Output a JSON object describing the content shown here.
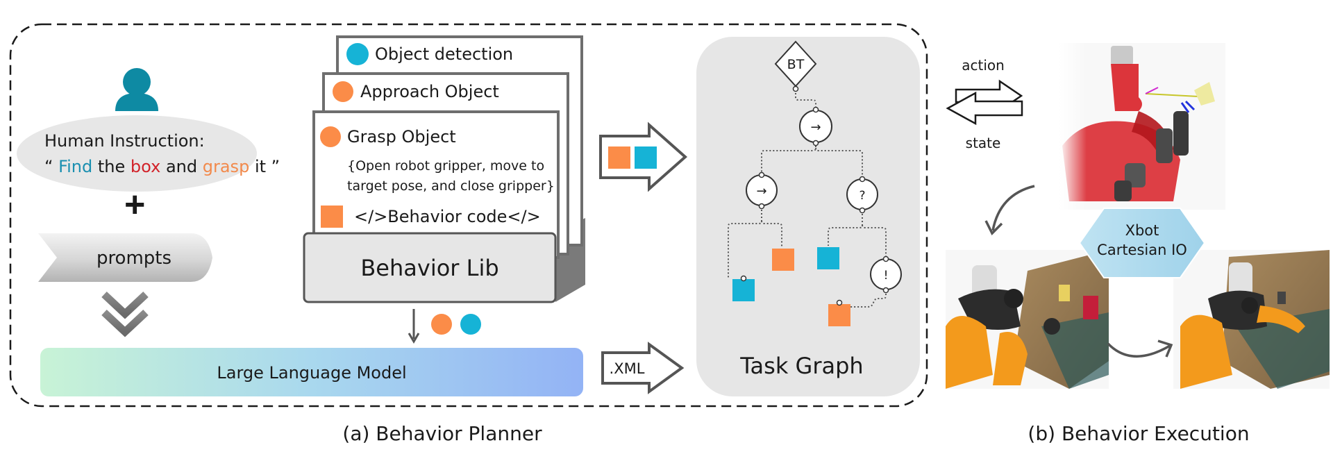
{
  "planner": {
    "caption": "(a) Behavior Planner",
    "instruction": {
      "title": "Human Instruction:",
      "open_quote": "“",
      "word_find": "Find",
      "word_the": "the",
      "word_box": "box",
      "word_and": "and",
      "word_grasp": "grasp",
      "word_it": "it",
      "close_quote": "”"
    },
    "plus": "+",
    "prompts_label": "prompts",
    "llm_label": "Large Language Model",
    "xml_label": ".XML",
    "library": {
      "cards": [
        {
          "title": "Object detection",
          "dot": "cyan"
        },
        {
          "title": "Approach Object",
          "dot": "orange"
        },
        {
          "title": "Grasp Object",
          "dot": "orange"
        }
      ],
      "grasp_desc_line1": "{Open robot gripper, move to",
      "grasp_desc_line2": "target pose, and close gripper}",
      "code_label": "</>Behavior code</>",
      "base_label": "Behavior Lib"
    },
    "task_graph": {
      "title": "Task Graph",
      "root_label": "BT",
      "sequence_symbol": "→",
      "fallback_symbol": "?",
      "condition_symbol": "!"
    }
  },
  "execution": {
    "caption": "(b) Behavior Execution",
    "action_label": "action",
    "state_label": "state",
    "controller_line1": "Xbot",
    "controller_line2": "Cartesian IO"
  },
  "colors": {
    "cyan": "#16b3d6",
    "orange": "#fb8c48",
    "human_icon": "#0e8aa3",
    "find_word": "#1a8fb0",
    "box_word": "#d2232a",
    "grasp_word": "#f28a4c",
    "panel_gray": "#e6e6e6",
    "robot_red": "#d81f26",
    "robot_orange": "#f39a1c"
  }
}
